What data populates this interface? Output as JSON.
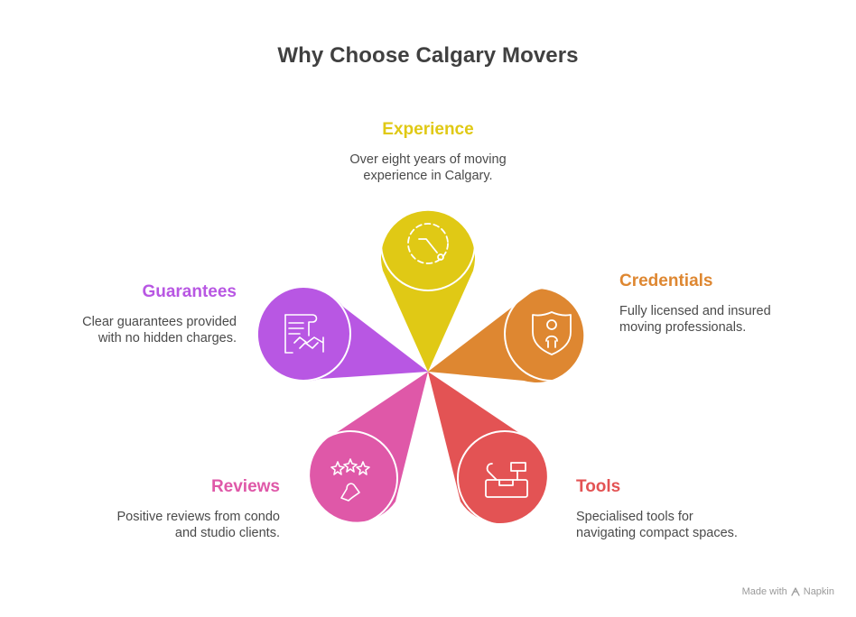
{
  "title": "Why Choose Calgary Movers",
  "items": {
    "experience": {
      "title": "Experience",
      "desc_line1": "Over eight years of moving",
      "desc_line2": "experience in Calgary.",
      "color": "#E0C915",
      "icon": "clock-icon"
    },
    "credentials": {
      "title": "Credentials",
      "desc_line1": "Fully licensed and insured",
      "desc_line2": "moving professionals.",
      "color": "#DE8731",
      "icon": "shield-person-icon"
    },
    "tools": {
      "title": "Tools",
      "desc_line1": "Specialised tools for",
      "desc_line2": "navigating compact spaces.",
      "color": "#E35354",
      "icon": "toolbox-icon"
    },
    "reviews": {
      "title": "Reviews",
      "desc_line1": "Positive reviews from condo",
      "desc_line2": "and studio clients.",
      "color": "#DF58A8",
      "icon": "stars-hand-icon"
    },
    "guarantees": {
      "title": "Guarantees",
      "desc_line1": "Clear guarantees provided",
      "desc_line2": "with no hidden charges.",
      "color": "#B857E3",
      "icon": "contract-handshake-icon"
    }
  },
  "footer": {
    "text": "Made with",
    "brand": "Napkin"
  }
}
